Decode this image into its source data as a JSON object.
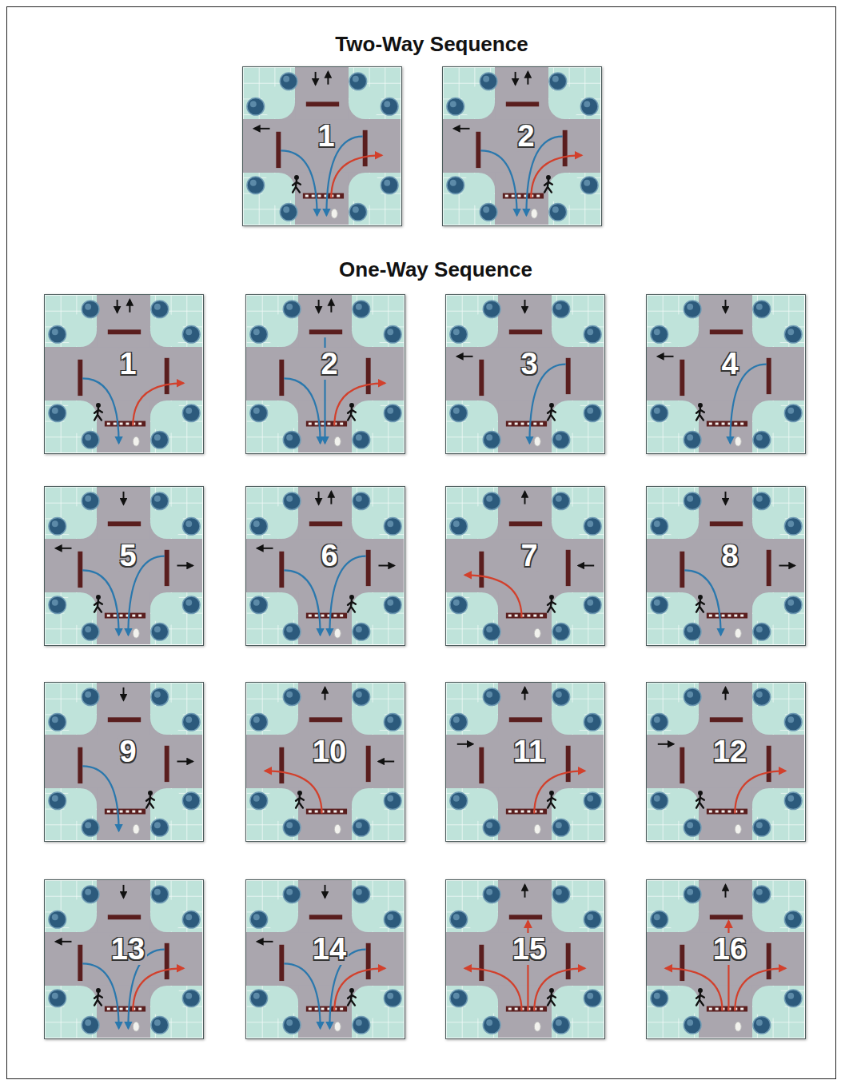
{
  "diagram": {
    "title": "Two-Way Sequence",
    "nodes": [
      {
        "text": [
          "1"
        ]
      },
      {
        "text": [
          "2"
        ]
      },
      {
        "text": [
          "1"
        ]
      },
      {
        "text": [
          "2"
        ]
      },
      {
        "text": [
          "3"
        ]
      },
      {
        "text": [
          "4"
        ]
      },
      {
        "text": [
          "5"
        ]
      },
      {
        "text": [
          "6"
        ]
      },
      {
        "text": [
          "7"
        ]
      },
      {
        "text": [
          "8"
        ]
      },
      {
        "text": [
          "9"
        ]
      },
      {
        "text": [
          "10"
        ]
      },
      {
        "text": [
          "11"
        ]
      },
      {
        "text": [
          "12"
        ]
      },
      {
        "text": [
          "13"
        ]
      },
      {
        "text": [
          "14"
        ]
      },
      {
        "text": [
          "15"
        ]
      },
      {
        "text": [
          "16"
        ]
      }
    ],
    "labels": [
      "One-Way Sequence"
    ]
  }
}
